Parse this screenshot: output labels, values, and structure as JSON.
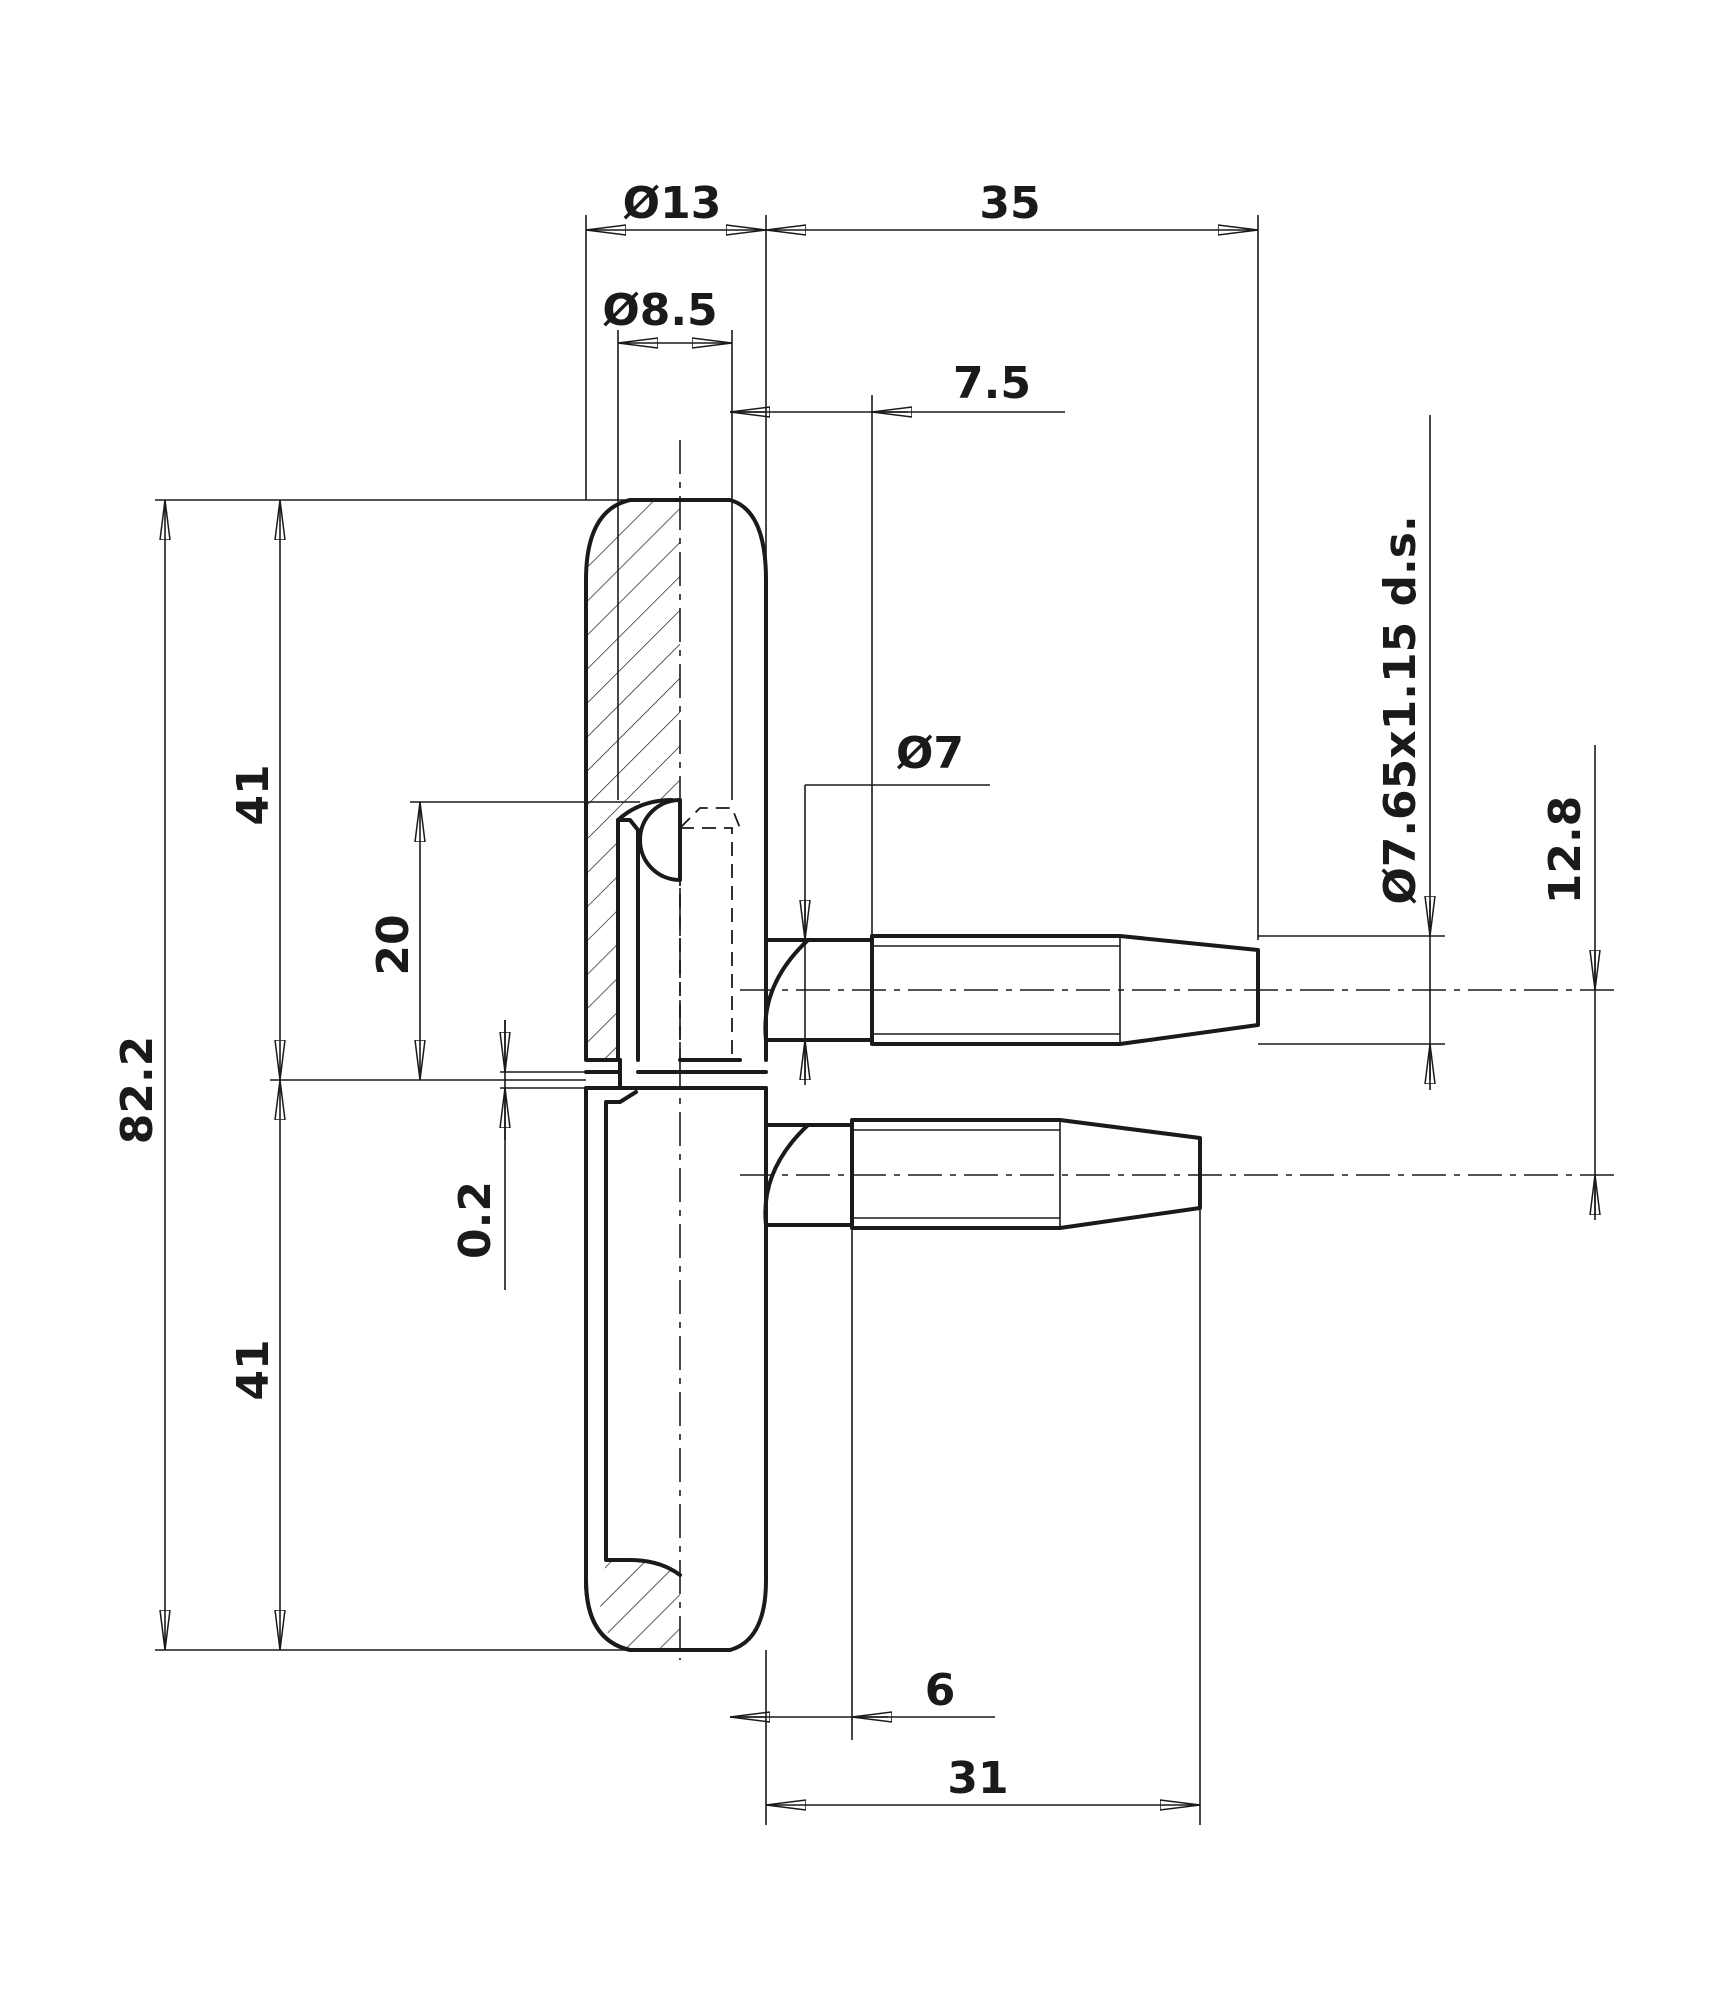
{
  "dimensions": {
    "dia_13": "Ø13",
    "len_35": "35",
    "dia_8_5": "Ø8.5",
    "len_7_5": "7.5",
    "thread_spec": "Ø7.65x1.15 d.s.",
    "dia_7": "Ø7",
    "len_12_8": "12.8",
    "len_41_top": "41",
    "len_20": "20",
    "len_82_2": "82.2",
    "len_0_2": "0.2",
    "len_41_bottom": "41",
    "len_6": "6",
    "len_31": "31"
  }
}
